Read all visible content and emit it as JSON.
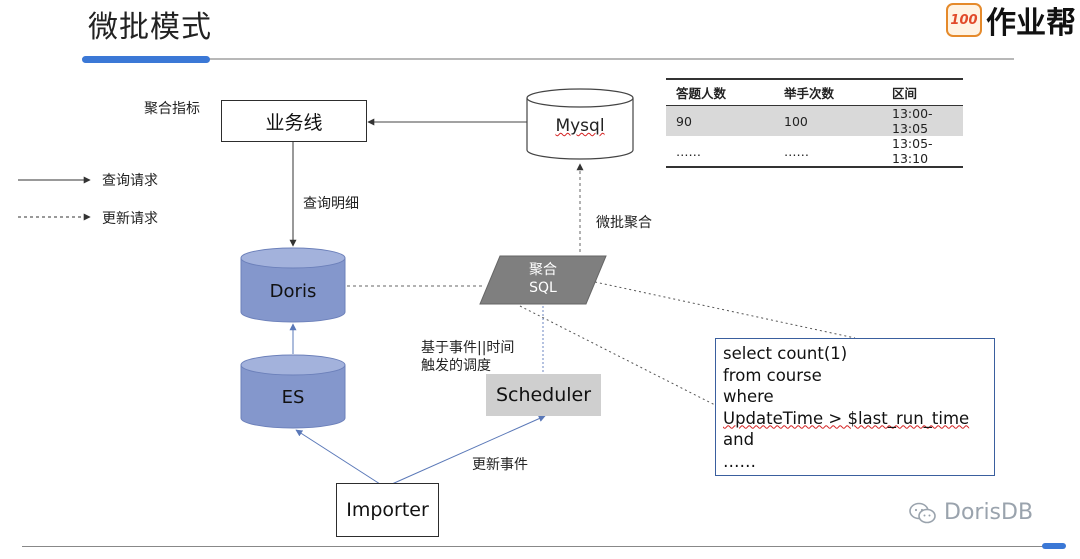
{
  "header": {
    "title": "微批模式",
    "brand_logo_text": "100",
    "brand_name": "作业帮"
  },
  "legend": {
    "query_label": "查询请求",
    "update_label": "更新请求"
  },
  "nodes": {
    "business_line": "业务线",
    "business_line_caption": "聚合指标",
    "mysql": "Mysql",
    "doris": "Doris",
    "es": "ES",
    "agg_sql_line1": "聚合",
    "agg_sql_line2": "SQL",
    "scheduler": "Scheduler",
    "importer": "Importer"
  },
  "edge_labels": {
    "query_detail": "查询明细",
    "micro_batch_agg": "微批聚合",
    "schedule_line1": "基于事件||时间",
    "schedule_line2": "触发的调度",
    "update_event": "更新事件"
  },
  "table": {
    "headers": [
      "答题人数",
      "举手次数",
      "区间"
    ],
    "rows": [
      [
        "90",
        "100",
        "13:00-13:05"
      ],
      [
        "……",
        "……",
        "13:05-13:10"
      ]
    ]
  },
  "sql": {
    "lines": [
      "select count(1)",
      "from course",
      "where",
      "UpdateTime > $last_run_time",
      "and",
      "……"
    ]
  },
  "watermark": "DorisDB",
  "colors": {
    "cylinder_blue": "#8497cc",
    "accent_blue": "#3b78d6",
    "parallelogram_gray": "#7f7f7f",
    "scheduler_gray": "#cfcfcf"
  }
}
